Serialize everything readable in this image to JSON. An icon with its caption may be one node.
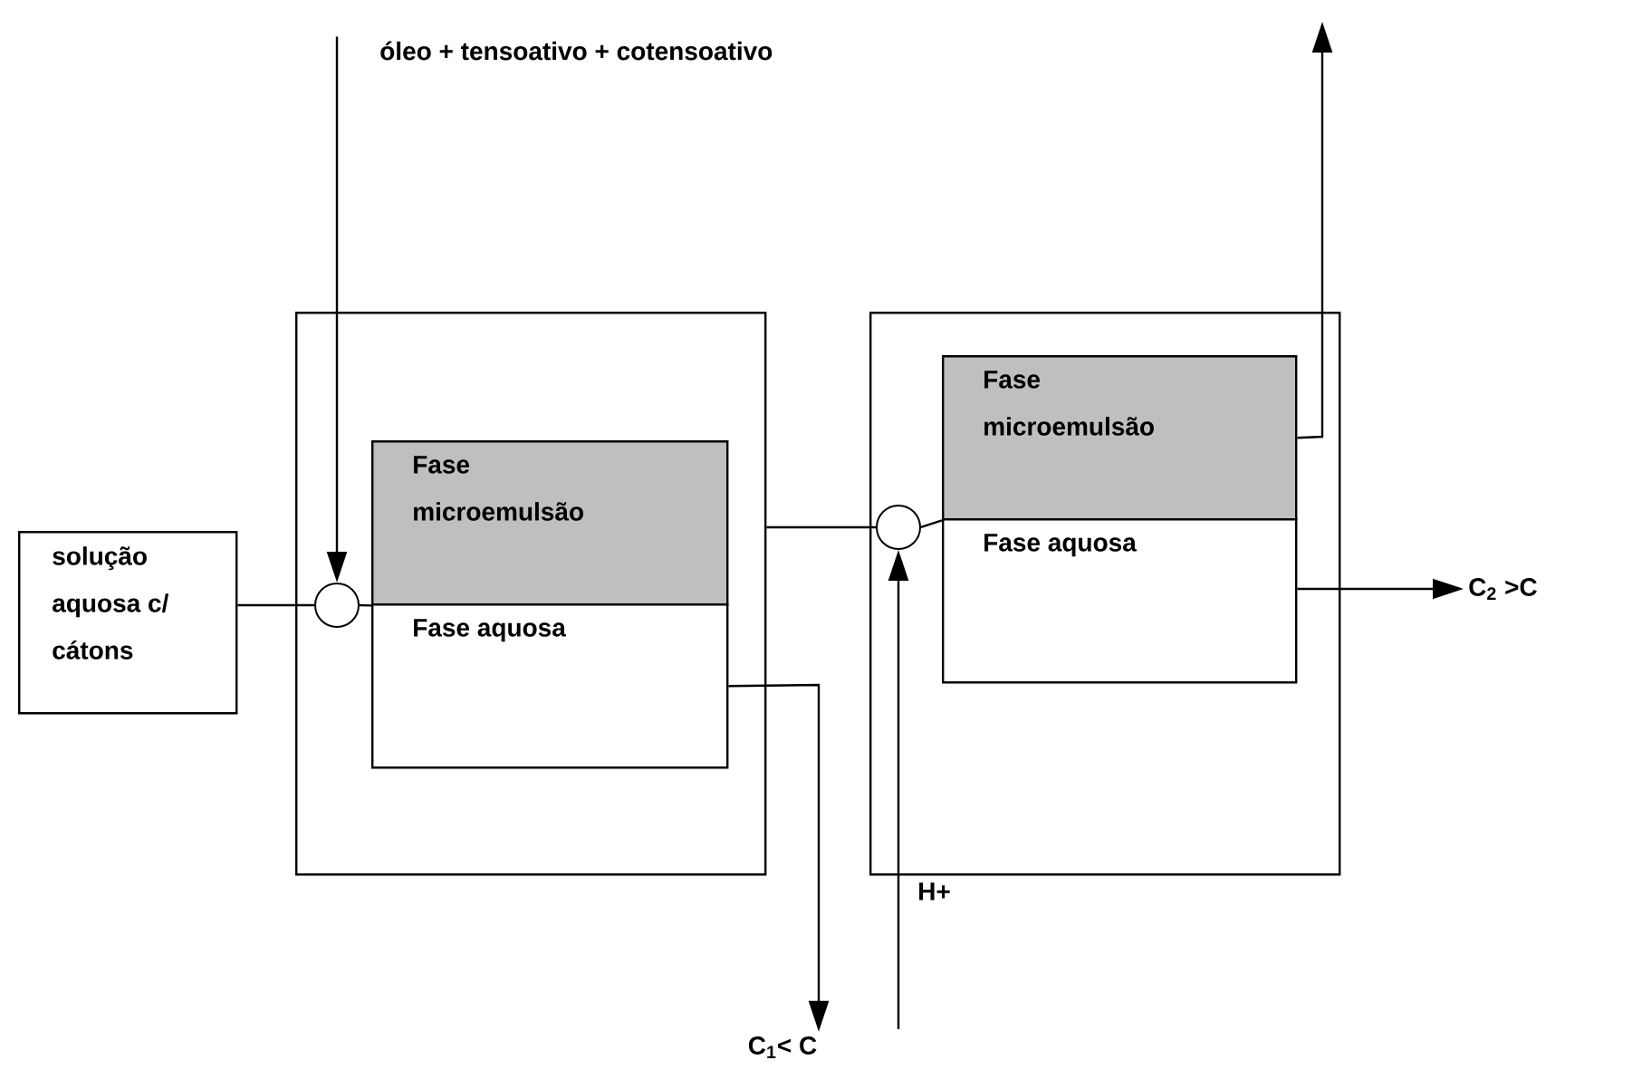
{
  "diagram": {
    "nodes": [
      {
        "text": [],
        "shape": "box"
      },
      {
        "text": [],
        "shape": "box"
      },
      {
        "text": [
          "solução aquosa c/ cátons"
        ]
      },
      {
        "text": [],
        "shape": "circle",
        "in": 0
      },
      {
        "text": [
          "Fase microemulsão"
        ],
        "in": 0
      },
      {
        "text": [
          "Fase aquosa"
        ],
        "in": 0
      },
      {
        "text": [],
        "shape": "circle",
        "in": 1
      },
      {
        "text": [
          "Fase microemulsão"
        ],
        "in": 1
      },
      {
        "text": [
          "Fase aquosa"
        ],
        "in": 1
      },
      {
        "text": [
          "óleo + tensoativo + cotensoativo"
        ]
      },
      {
        "text": [
          "C$_{1}$< C"
        ]
      },
      {
        "text": [
          "C$_{2}$ >C"
        ]
      }
    ],
    "edges": [
      {
        "from": 2,
        "to": 3,
        "arrow": "none"
      },
      {
        "from": 3,
        "to": 4,
        "arrow": "none"
      },
      {
        "from": 9,
        "to": 3,
        "arrow": "to"
      },
      {
        "from": 5,
        "to": 10,
        "arrow": "to"
      },
      {
        "from": 0,
        "to": 6,
        "arrow": "none"
      },
      {
        "from": 6,
        "to": 7,
        "arrow": "none"
      },
      {
        "from": null,
        "to": 6,
        "arrow": "to",
        "label": "H+"
      },
      {
        "from": 7,
        "to": null,
        "arrow": "to"
      },
      {
        "from": 8,
        "to": 11,
        "arrow": "to"
      }
    ]
  }
}
